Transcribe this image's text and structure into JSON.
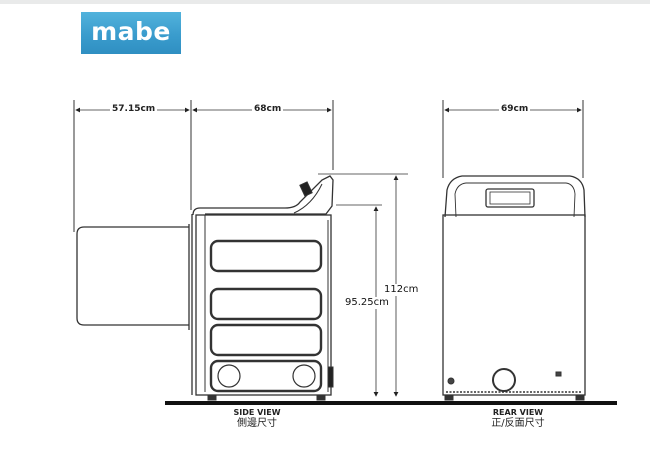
{
  "brand": {
    "logo_text": "mabe",
    "logo_color": "#3a9ccd"
  },
  "dimensions": {
    "lid_open_depth": "57.15cm",
    "side_depth": "68cm",
    "rear_width": "69cm",
    "total_height": "112cm",
    "cabinet_height": "95.25cm"
  },
  "views": {
    "side": {
      "title": "SIDE VIEW",
      "subtitle": "側邊尺寸"
    },
    "rear": {
      "title": "REAR VIEW",
      "subtitle": "正/反面尺寸"
    }
  },
  "colors": {
    "line": "#333333",
    "floor": "#111111"
  }
}
